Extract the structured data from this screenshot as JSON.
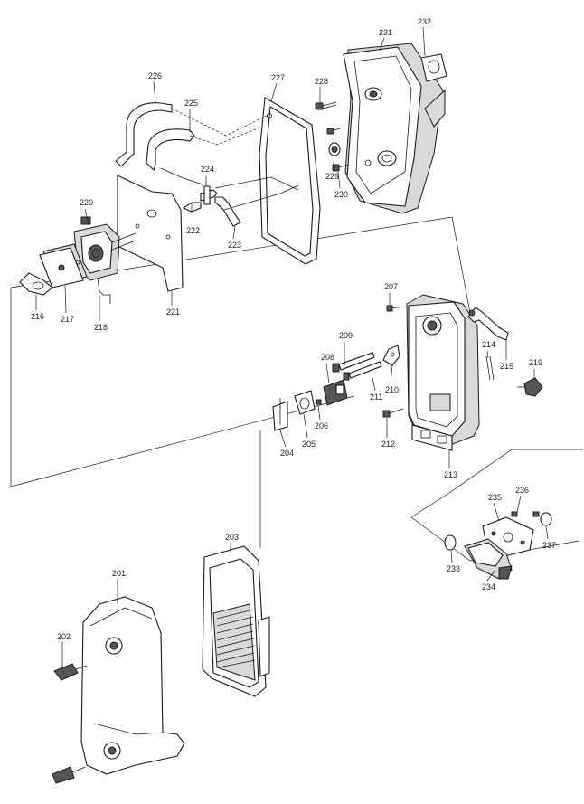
{
  "part_labels": {
    "p201": "201",
    "p202": "202",
    "p203": "203",
    "p204": "204",
    "p205": "205",
    "p206": "206",
    "p207": "207",
    "p208": "208",
    "p209": "209",
    "p210": "210",
    "p211": "211",
    "p212": "212",
    "p213": "213",
    "p214": "214",
    "p215": "215",
    "p216": "216",
    "p217": "217",
    "p218": "218",
    "p219": "219",
    "p220": "220",
    "p221": "221",
    "p222": "222",
    "p223": "223",
    "p224": "224",
    "p225": "225",
    "p226": "226",
    "p227": "227",
    "p228": "228",
    "p229": "229",
    "p230": "230",
    "p231": "231",
    "p232": "232",
    "p233": "233",
    "p234": "234",
    "p235": "235",
    "p236": "236",
    "p237": "237"
  }
}
